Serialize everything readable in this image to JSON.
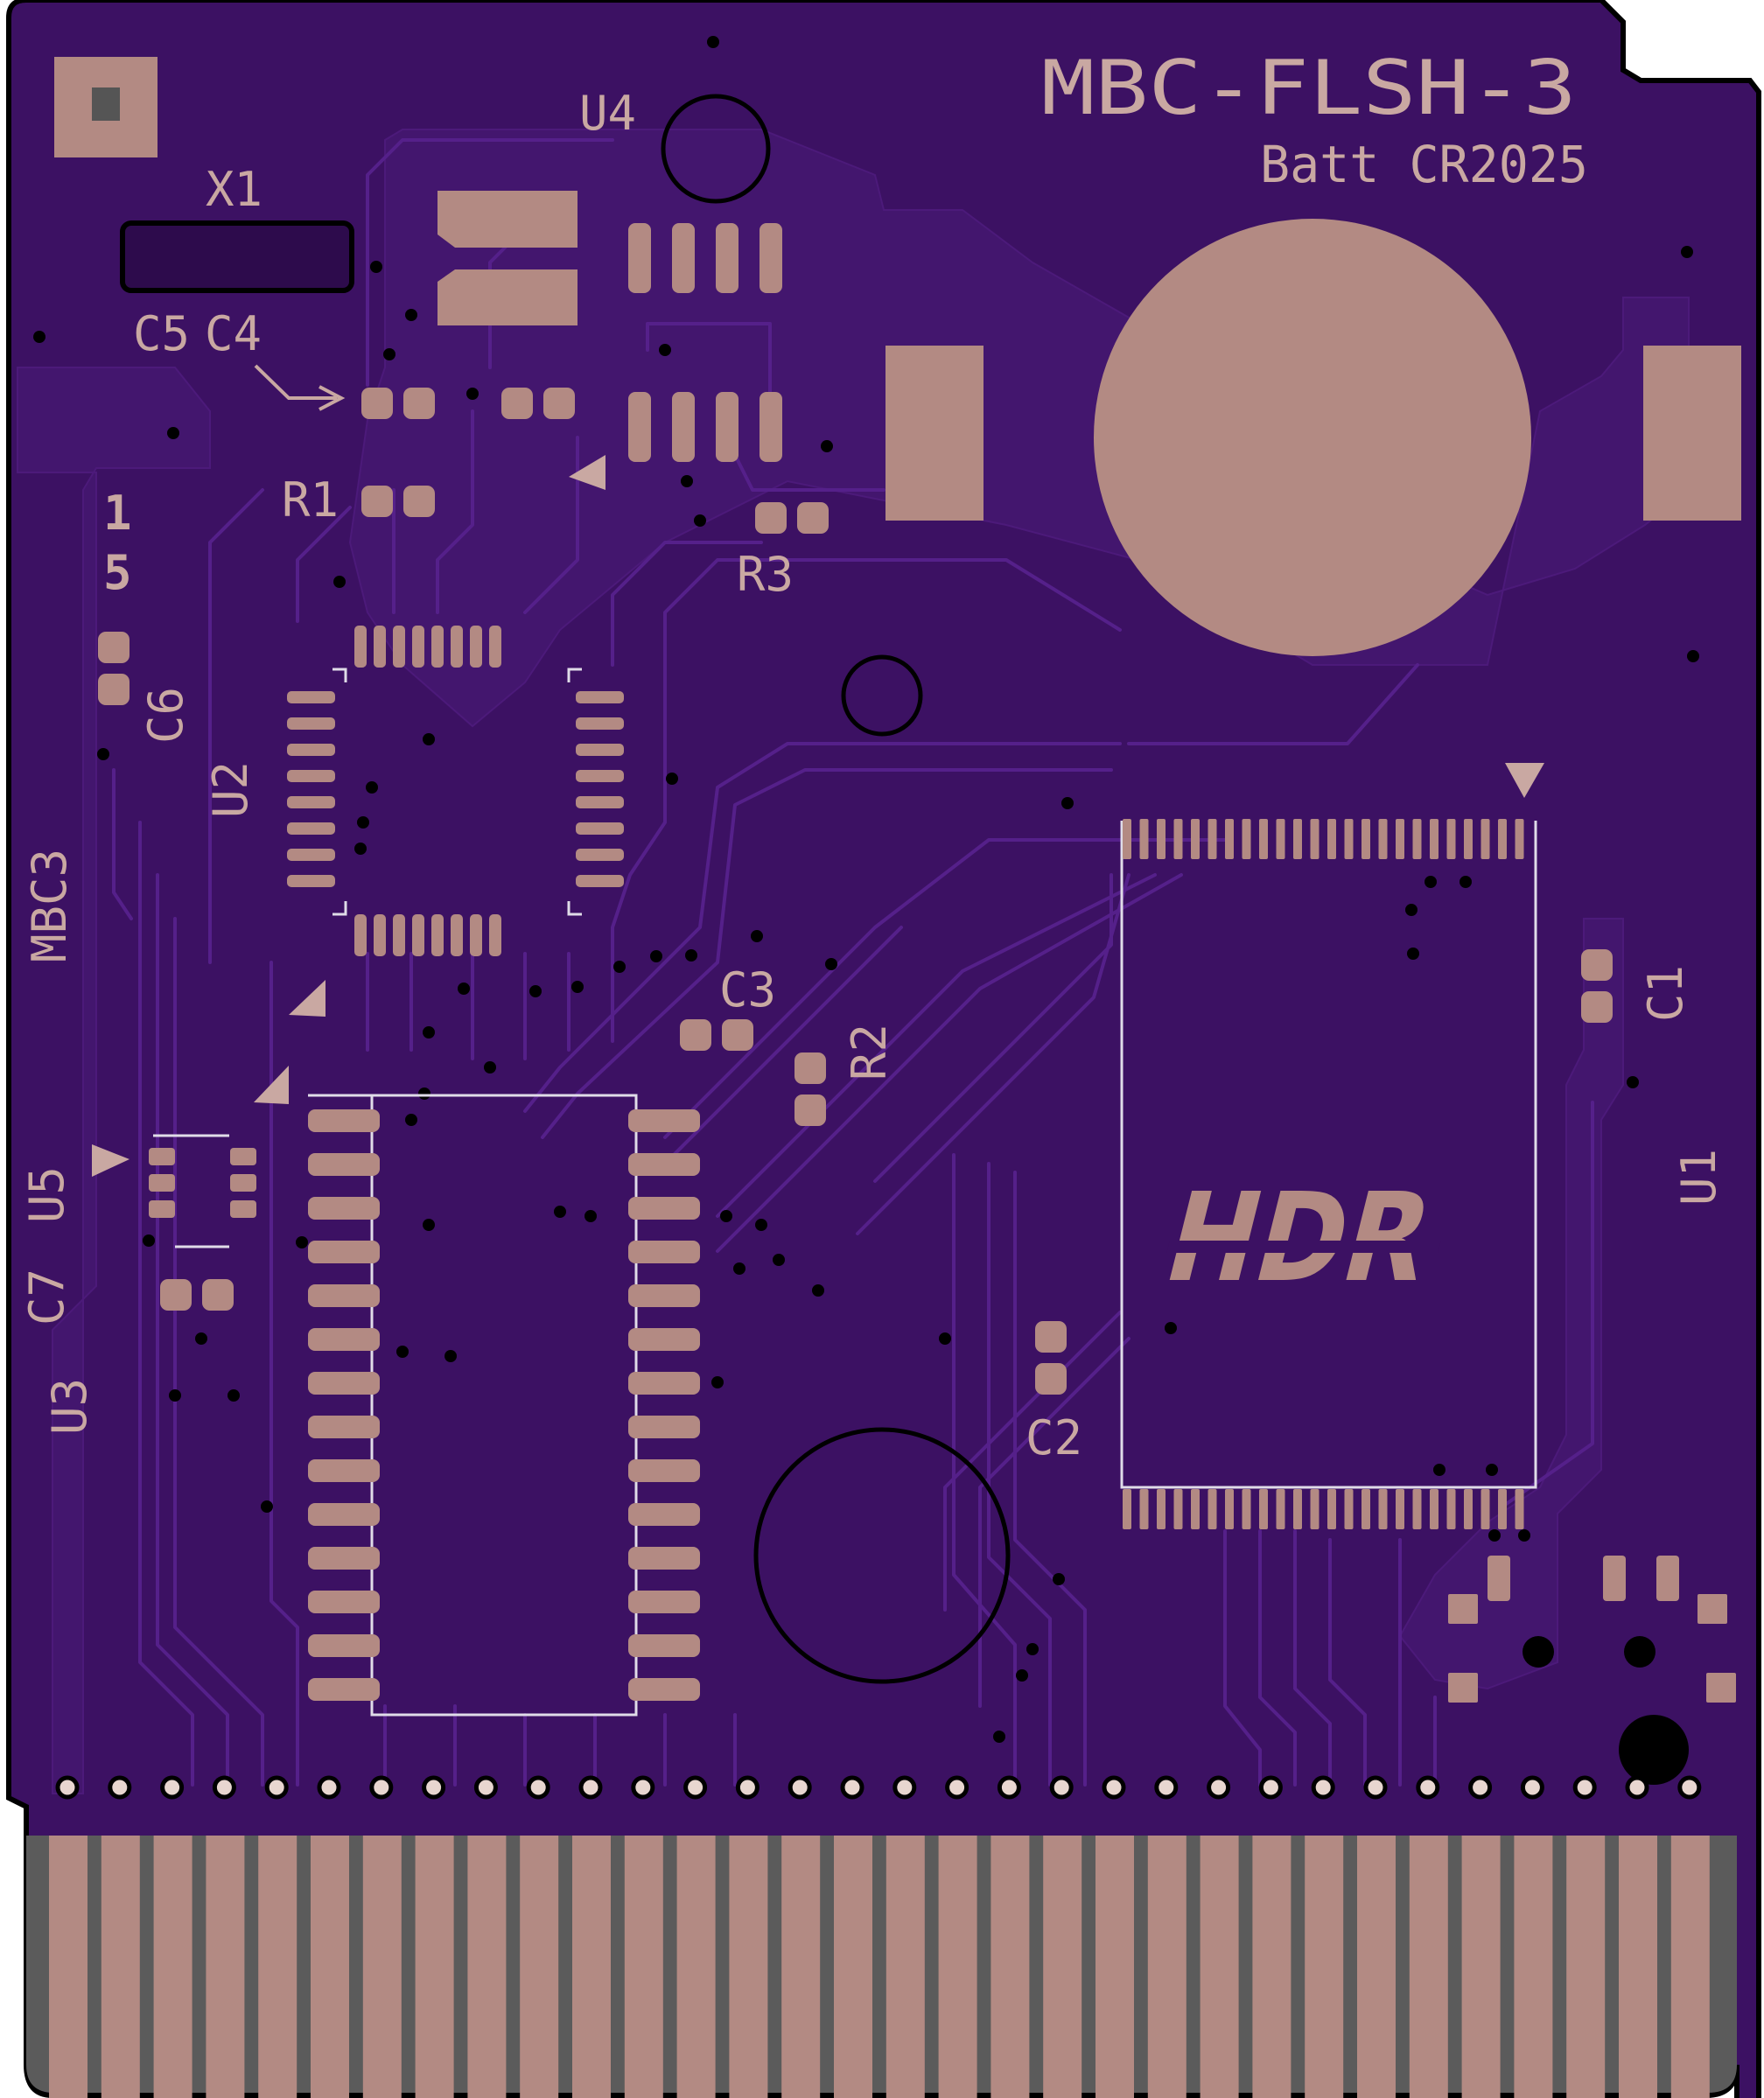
{
  "colors": {
    "board": "#3c1163",
    "board_edge": "#000000",
    "copper_fill": "#43166e",
    "trace": "#55208a",
    "pad": "#b38a83",
    "silkscreen": "#c9a8a2",
    "courtyard": "#e0dce8"
  },
  "board": {
    "title": "MBC-FLSH-3",
    "battery_label": "Batt CR2025",
    "logo_text": "HDR",
    "side_label": "MBC3",
    "number_label_a": "1",
    "number_label_b": "5"
  },
  "designators": {
    "x1": "X1",
    "u4": "U4",
    "c5": "C5",
    "c4": "C4",
    "r1": "R1",
    "r3": "R3",
    "c6": "C6",
    "u2": "U2",
    "c3": "C3",
    "r2": "R2",
    "c1": "C1",
    "u1": "U1",
    "u5": "U5",
    "c7": "C7",
    "u3": "U3",
    "c2": "C2"
  },
  "edge_connector": {
    "contacts": 32
  }
}
